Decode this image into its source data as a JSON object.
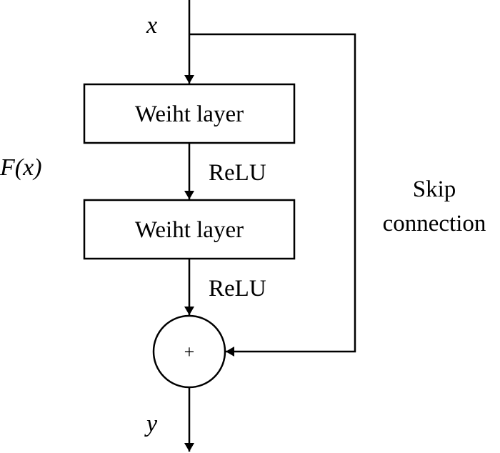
{
  "input": {
    "label": "x"
  },
  "output": {
    "label": "y"
  },
  "block": {
    "label_prefix": "F",
    "label_arg": "(x)"
  },
  "layers": [
    {
      "label": "Weiht layer",
      "activation": "ReLU"
    },
    {
      "label": "Weiht layer",
      "activation": "ReLU"
    }
  ],
  "sum_node": {
    "symbol": "+"
  },
  "skip": {
    "line1": "Skip",
    "line2": "connection"
  },
  "colors": {
    "stroke": "#000000",
    "background": "#ffffff"
  }
}
